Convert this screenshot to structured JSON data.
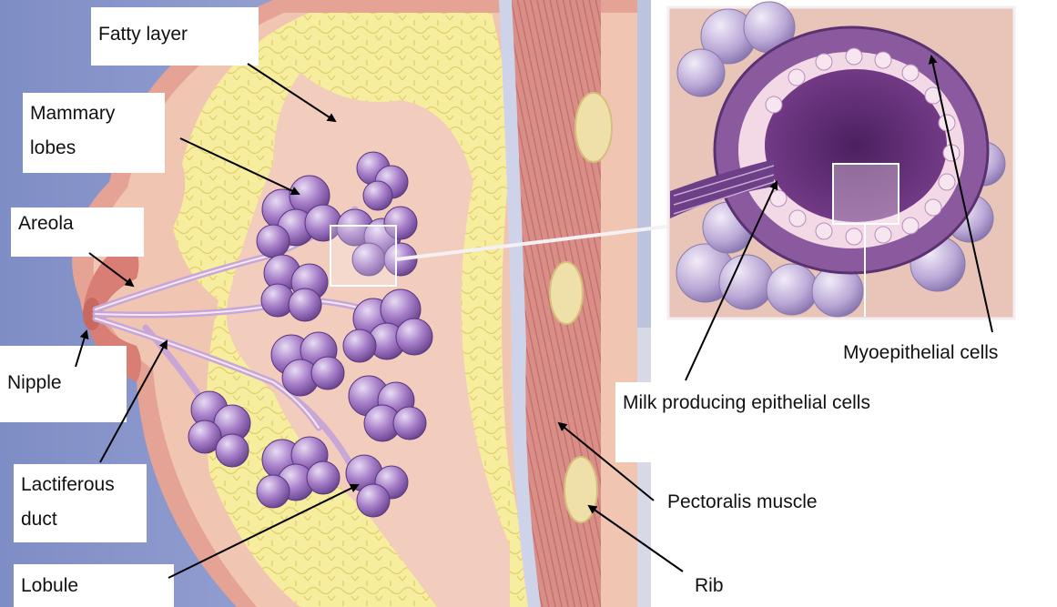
{
  "labels": {
    "fatty_layer": "Fatty layer",
    "mammary_lobes": "Mammary lobes",
    "areola": "Areola",
    "nipple": "Nipple",
    "lactiferous_duct": "Lactiferous duct",
    "lobule": "Lobule",
    "myoepithelial_cells": "Myoepithelial cells",
    "milk_producing_cells": "Milk producing epithelial cells",
    "pectoralis_muscle": "Pectoralis muscle",
    "rib": "Rib"
  },
  "colors": {
    "background": "#8d98c9",
    "skin": "#e9ab9b",
    "tissue": "#f0c6b3",
    "fat": "#f6ee9e",
    "lobule": "#a57cc7",
    "muscle": "#d5847f",
    "inset_bg": "#e9c2b5"
  }
}
